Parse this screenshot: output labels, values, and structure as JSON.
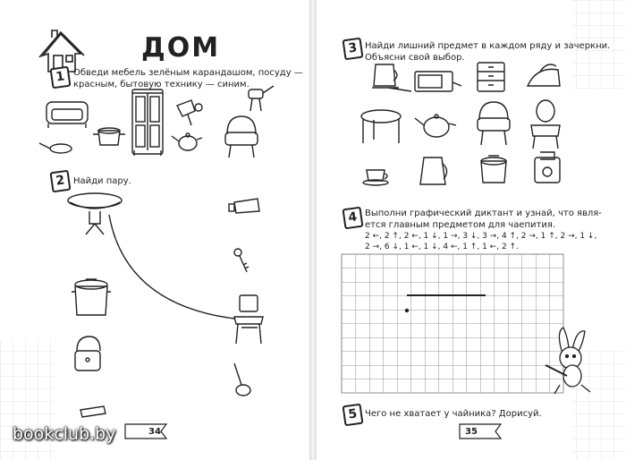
{
  "left_page": {
    "title": "ДОМ",
    "task1": {
      "number": "1",
      "text_line1": "Обведи мебель зелёным карандашом, посуду —",
      "text_line2": "красным, бытовую технику — синим."
    },
    "task2": {
      "number": "2",
      "text": "Найди пару."
    },
    "page_number": "34"
  },
  "right_page": {
    "task3": {
      "number": "3",
      "text_line1": "Найди лишний предмет в каждом ряду и зачеркни.",
      "text_line2": "Объясни свой выбор."
    },
    "task4": {
      "number": "4",
      "text_line1": "Выполни графический диктант и узнай, что явля-",
      "text_line2": "ется главным предметом для чаепития.",
      "dictation_line1": "2 ←, 2 ↑, 2 ←, 1 ↓, 1 →, 3 ↓, 3 →, 4 ↑, 2 →, 1 ↑, 2 →, 1 ↓,",
      "dictation_line2": "2 →, 6 ↓, 1 ←, 1 ↓, 4 ←, 1 ↑, 1 ←, 2 ↑."
    },
    "task5": {
      "number": "5",
      "text": "Чего не хватает у чайника? Дорисуй."
    },
    "page_number": "35"
  },
  "watermark": "bookclub.by"
}
